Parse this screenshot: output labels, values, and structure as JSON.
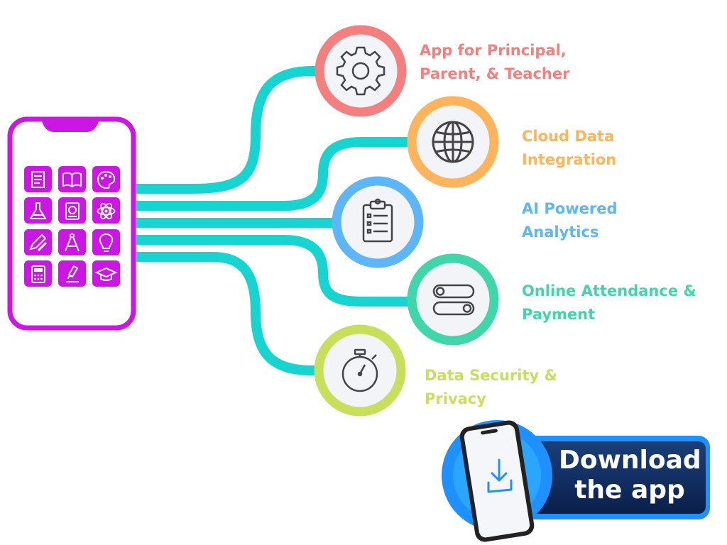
{
  "features": [
    {
      "line1": "App for Principal,",
      "line2": "Parent, & Teacher",
      "icon": "gear-icon",
      "color": "#f47f7f"
    },
    {
      "line1": "Cloud Data",
      "line2": "Integration",
      "icon": "globe-icon",
      "color": "#fdb45b"
    },
    {
      "line1": "AI Powered",
      "line2": "Analytics",
      "icon": "clipboard-icon",
      "color": "#5db6f7"
    },
    {
      "line1": "Online Attendance &",
      "line2": "Payment",
      "icon": "toggle-switches-icon",
      "color": "#3fd6a9"
    },
    {
      "line1": "Data Security &",
      "line2": "Privacy",
      "icon": "stopwatch-icon",
      "color": "#c8df5c"
    }
  ],
  "phone": {
    "color": "#cc16e6",
    "apps": [
      "notes-icon",
      "book-icon",
      "palette-icon",
      "flask-icon",
      "globe-book-icon",
      "atom-icon",
      "pencil-ruler-icon",
      "compass-icon",
      "lightbulb-icon",
      "calculator-icon",
      "microscope-icon",
      "graduation-cap-icon"
    ]
  },
  "connector_color": "#16d5d0",
  "download": {
    "line1": "Download",
    "line2": "the app",
    "icon": "download-icon"
  }
}
